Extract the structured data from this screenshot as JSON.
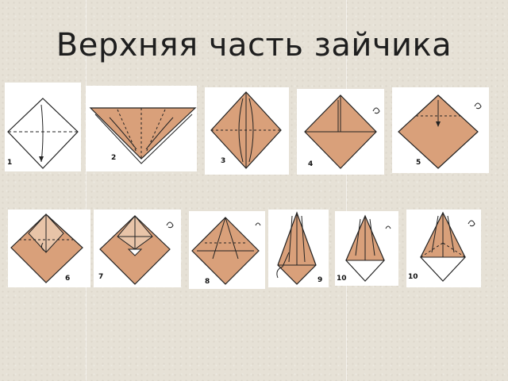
{
  "title": "Верхняя часть зайчика",
  "colors": {
    "paper": "#d9a07a",
    "line": "#222222",
    "card": "#ffffff"
  },
  "steps": [
    {
      "label": "1"
    },
    {
      "label": "2"
    },
    {
      "label": "3"
    },
    {
      "label": "4"
    },
    {
      "label": "5"
    },
    {
      "label": "6"
    },
    {
      "label": "7"
    },
    {
      "label": "8"
    },
    {
      "label": "9"
    },
    {
      "label": "10"
    },
    {
      "label": "10"
    }
  ]
}
